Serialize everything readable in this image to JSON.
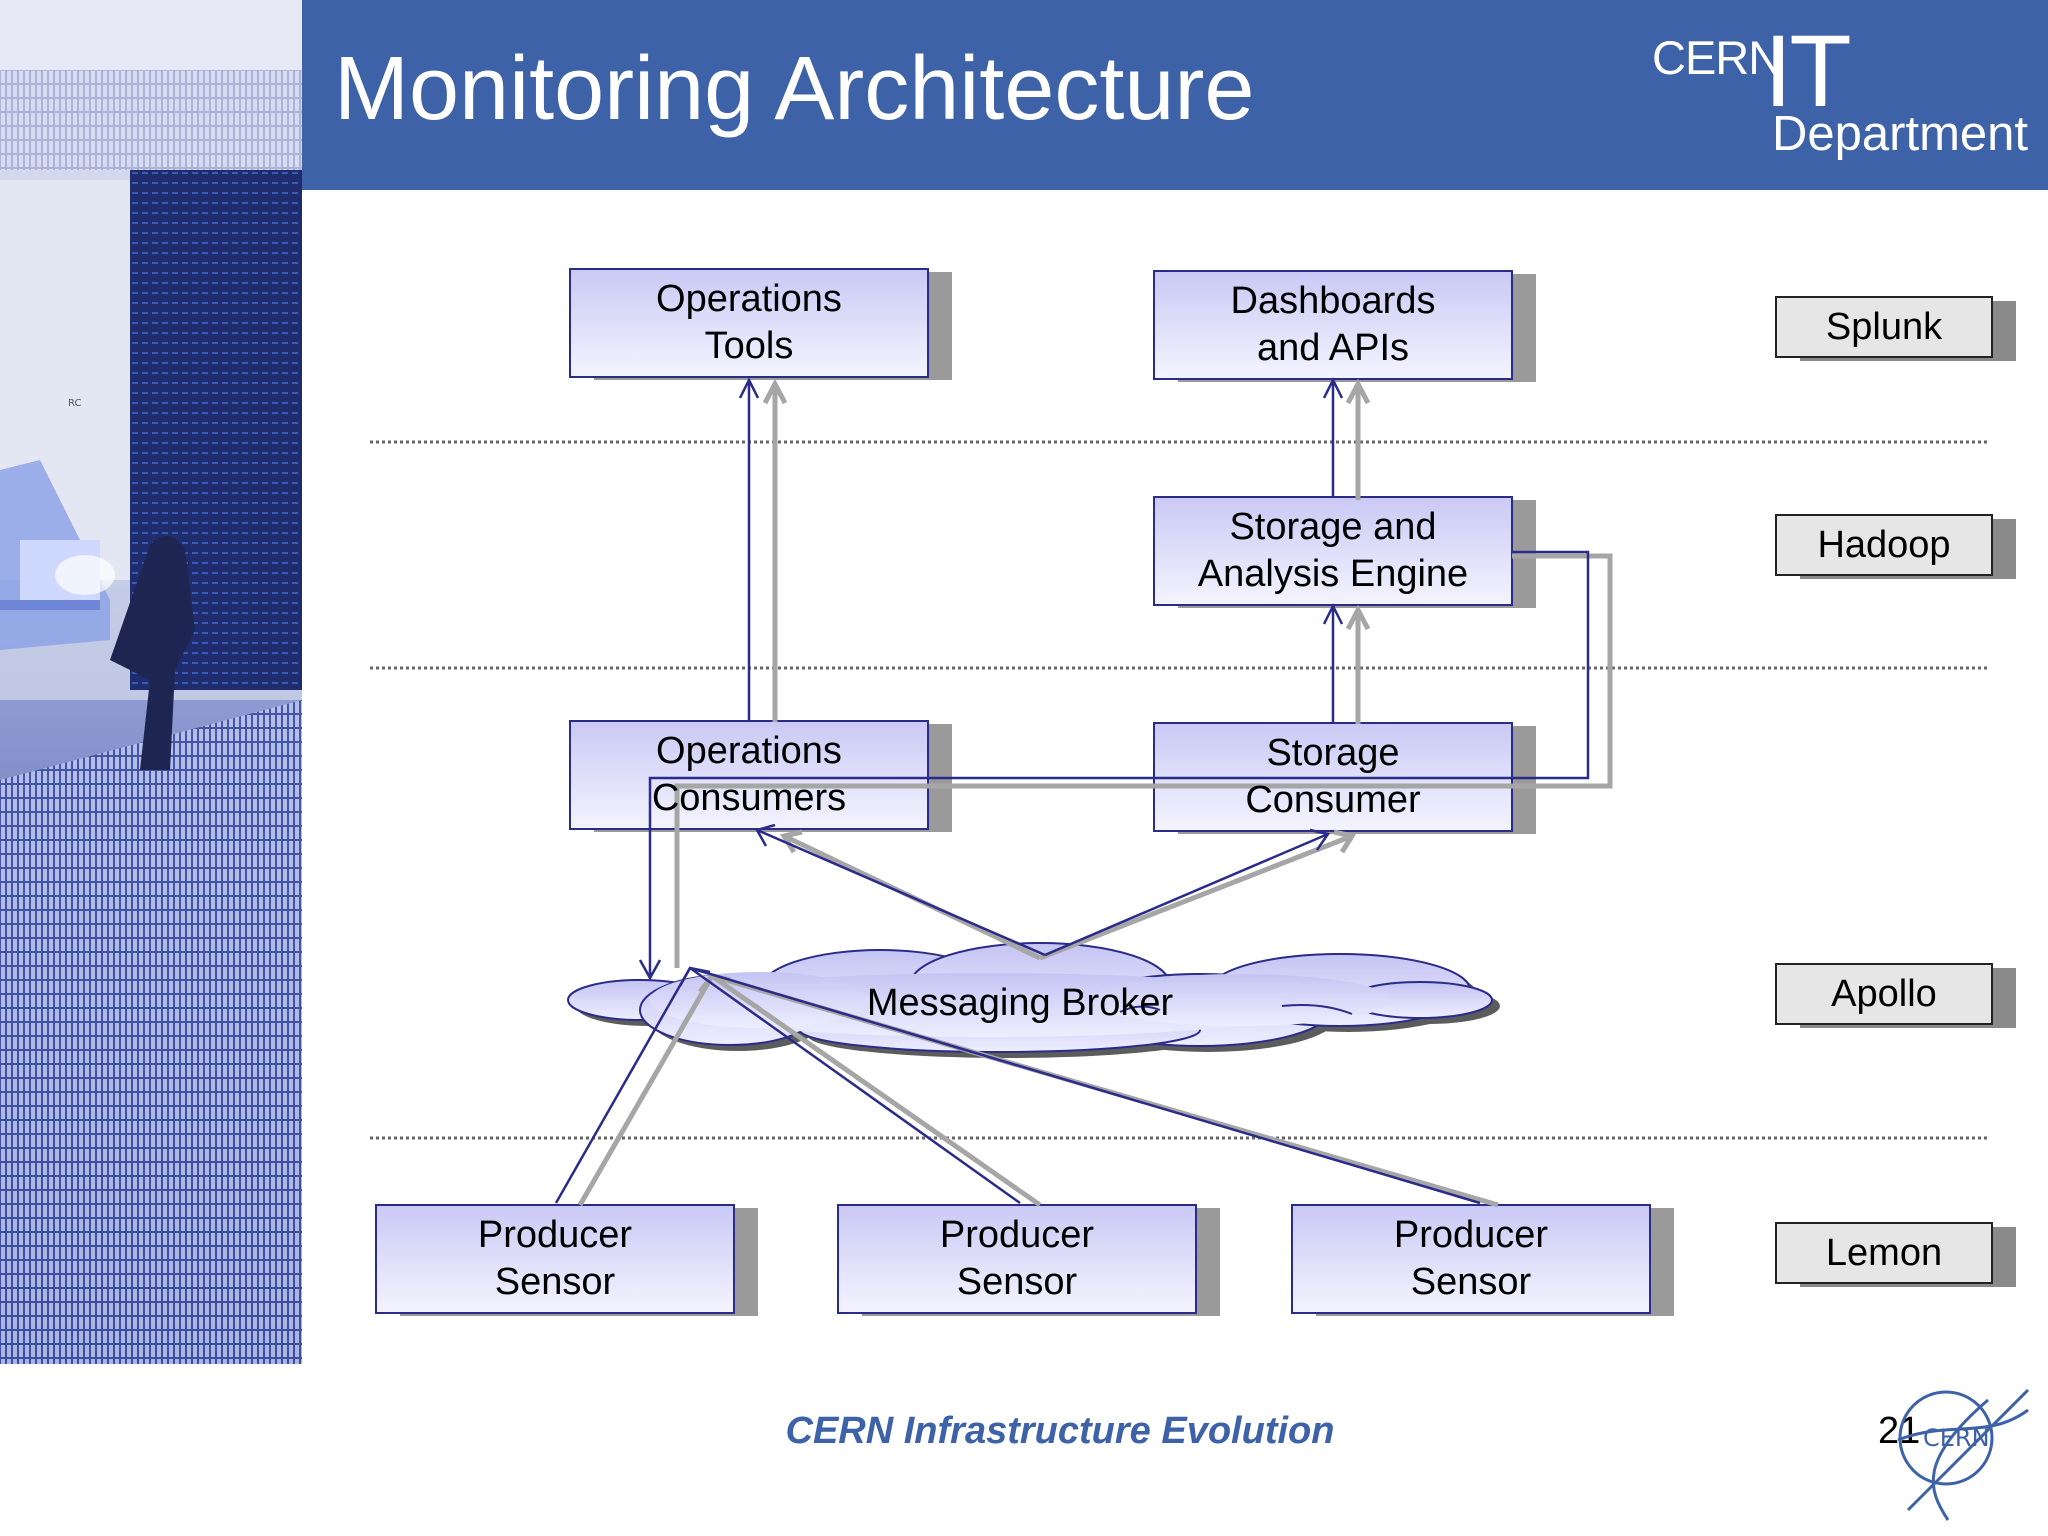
{
  "title": "Monitoring Architecture",
  "logo": {
    "cern": "CERN",
    "it": "IT",
    "department": "Department"
  },
  "diagram": {
    "boxes": {
      "ops_tools": "Operations\nTools",
      "dashboards": "Dashboards\nand APIs",
      "storage_engine": "Storage and\nAnalysis Engine",
      "ops_consumers": "Operations\nConsumers",
      "storage_consumer": "Storage\nConsumer",
      "producer_1": "Producer\nSensor",
      "producer_2": "Producer\nSensor",
      "producer_3": "Producer\nSensor"
    },
    "broker": "Messaging Broker",
    "technologies": {
      "splunk": "Splunk",
      "hadoop": "Hadoop",
      "apollo": "Apollo",
      "lemon": "Lemon"
    }
  },
  "footer": "CERN Infrastructure Evolution",
  "page_number": "21",
  "emblem_text": "CERN",
  "colors": {
    "header": "#3d62a8",
    "box_border": "#2b2b8a",
    "box_fill_top": "#c9c9f5",
    "box_fill_bottom": "#f4f4ff",
    "shadow": "#9a9a9a",
    "arrow_dark": "#2b2b8a",
    "arrow_grey": "#a6a6a6",
    "footer_text": "#3d62a8"
  }
}
